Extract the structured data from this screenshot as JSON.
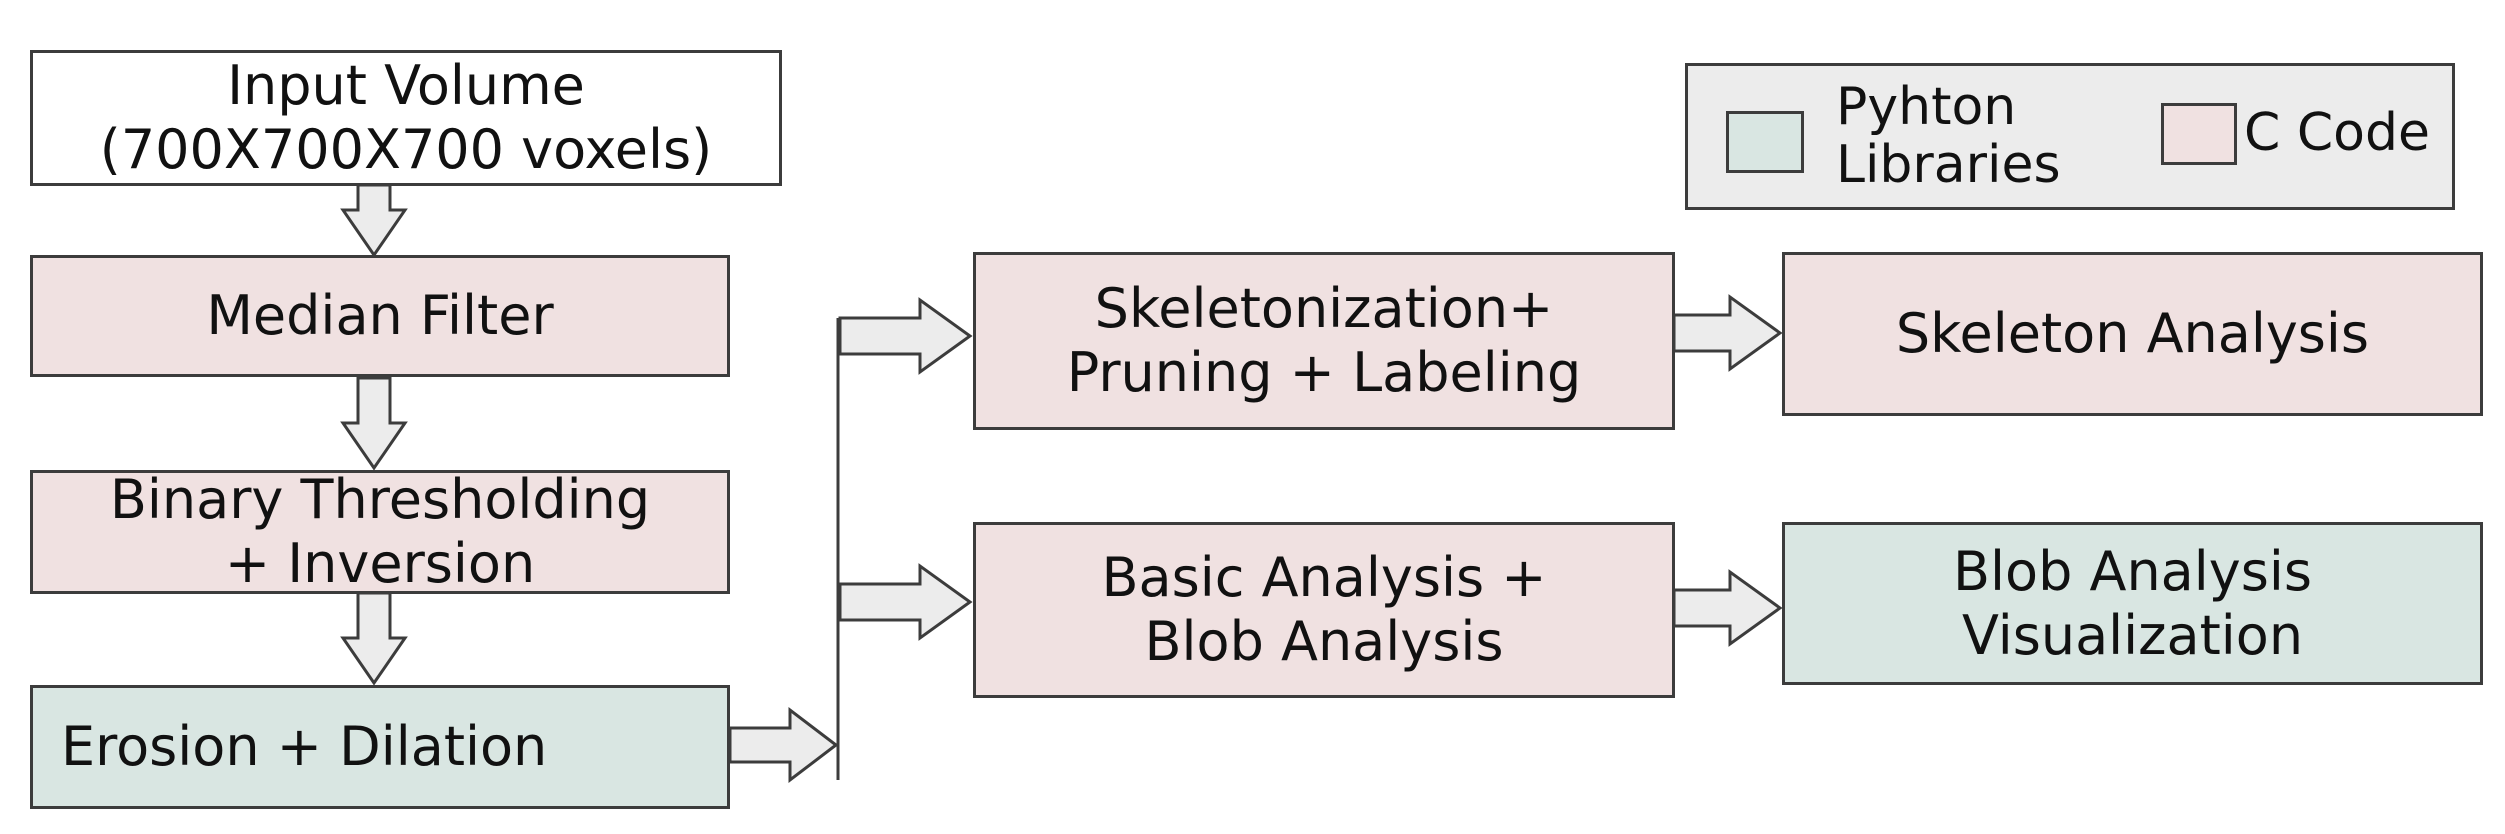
{
  "colors": {
    "python": "#d9e6e2",
    "c_code": "#f0e1e1",
    "input": "#ffffff",
    "legend_bg": "#ececec",
    "arrow_fill": "#ececec",
    "stroke": "#3c3c3c"
  },
  "nodes": {
    "input": {
      "line1": "Input Volume",
      "line2": "(700X700X700 voxels)"
    },
    "median": {
      "label": "Median Filter"
    },
    "threshold": {
      "line1": "Binary Thresholding",
      "line2": "+ Inversion"
    },
    "erosion": {
      "label": "Erosion + Dilation"
    },
    "skeletonization": {
      "line1": "Skeletonization+",
      "line2": "Pruning + Labeling"
    },
    "basic": {
      "line1": "Basic Analysis +",
      "line2": "Blob Analysis"
    },
    "skeleton_analysis": {
      "label": "Skeleton Analysis"
    },
    "blob_vis": {
      "line1": "Blob Analysis",
      "line2": "Visualization"
    }
  },
  "legend": {
    "python_line1": "Pyhton",
    "python_line2": "Libraries",
    "c_code": "C Code"
  }
}
